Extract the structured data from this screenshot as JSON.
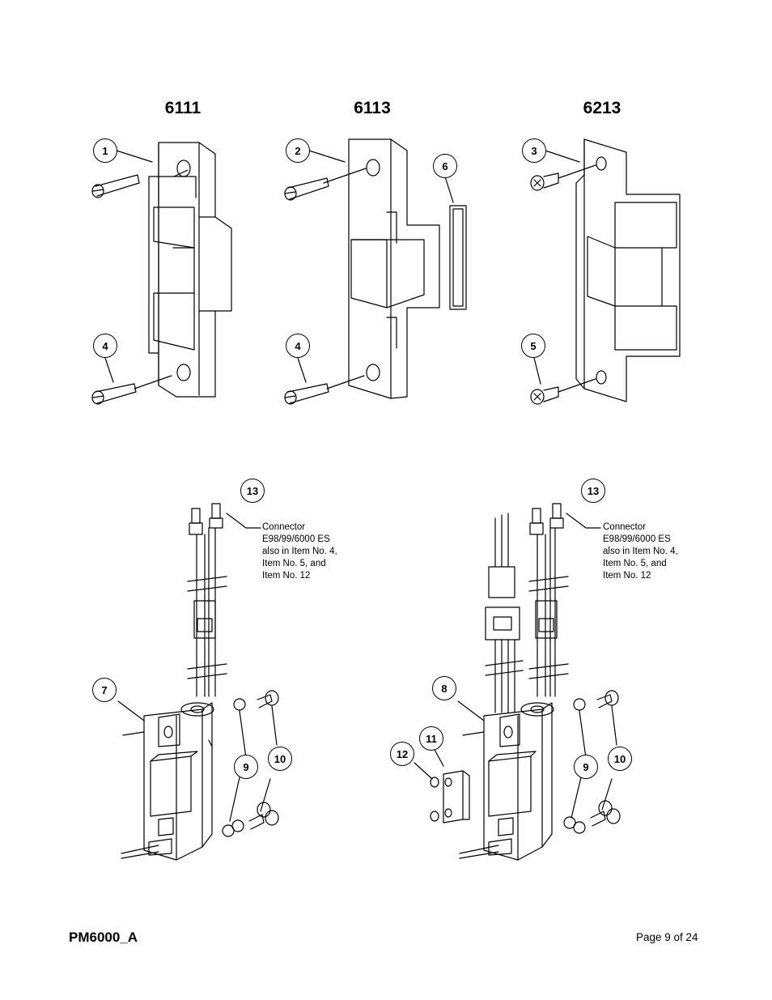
{
  "models": [
    {
      "label": "6111"
    },
    {
      "label": "6113"
    },
    {
      "label": "6213"
    }
  ],
  "callouts": {
    "c1": "1",
    "c2": "2",
    "c3": "3",
    "c4a": "4",
    "c4b": "4",
    "c5": "5",
    "c6": "6",
    "c7": "7",
    "c8": "8",
    "c9a": "9",
    "c9b": "9",
    "c10a": "10",
    "c10b": "10",
    "c11": "11",
    "c12": "12",
    "c13a": "13",
    "c13b": "13"
  },
  "connector_note": {
    "lines": [
      "Connector",
      "E98/99/6000 ES",
      "also in Item No. 4,",
      "Item No. 5, and",
      "Item No. 12"
    ]
  },
  "footer": {
    "doc_id": "PM6000_A",
    "page": "Page 9 of 24"
  }
}
